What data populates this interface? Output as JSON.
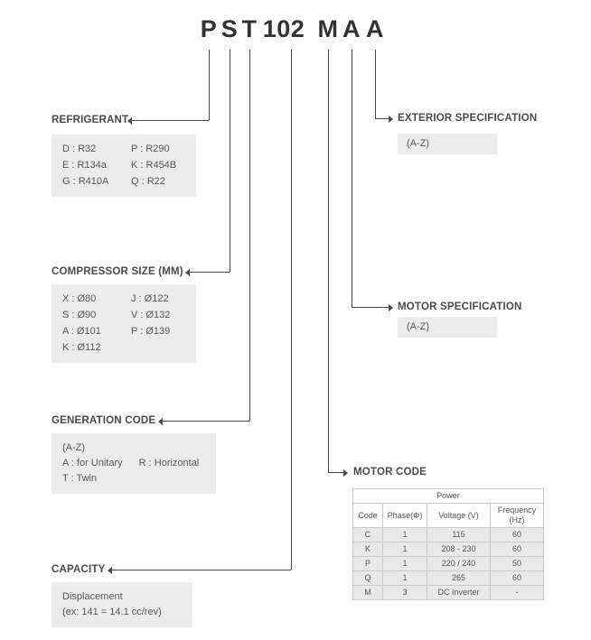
{
  "model_code": {
    "refrigerant": "P",
    "compressor_size": "S",
    "generation": "T",
    "capacity": "102",
    "motor_code": "M",
    "motor_spec": "A",
    "exterior_spec": "A"
  },
  "refrigerant": {
    "label": "REFRIGERANT",
    "entries": [
      [
        "D : R32",
        "P : R290"
      ],
      [
        "E : R134a",
        "K : R454B"
      ],
      [
        "G : R410A",
        "Q : R22"
      ]
    ]
  },
  "compressor_size": {
    "label": "COMPRESSOR SIZE (MM)",
    "entries": [
      [
        "X : Ø80",
        "J : Ø122"
      ],
      [
        "S : Ø90",
        "V : Ø132"
      ],
      [
        "A : Ø101",
        "P : Ø139"
      ],
      [
        "K : Ø112",
        ""
      ]
    ]
  },
  "generation": {
    "label": "GENERATION CODE",
    "range": "(A-Z)",
    "row2_left": "A : for Unitary",
    "row2_right": "R : Horizontal",
    "row3": "T : Twin"
  },
  "capacity": {
    "label": "CAPACITY",
    "line1": "Displacement",
    "line2": "(ex: 141 = 14.1 cc/rev)"
  },
  "exterior_spec": {
    "label": "EXTERIOR SPECIFICATION",
    "range": "(A-Z)"
  },
  "motor_spec": {
    "label": "MOTOR SPECIFICATION",
    "range": "(A-Z)"
  },
  "motor_code": {
    "label": "MOTOR CODE",
    "table": {
      "group_header": "Power",
      "columns": [
        "Code",
        "Phase(Φ)",
        "Voltage (V)",
        "Frequency (Hz)"
      ],
      "rows": [
        [
          "C",
          "1",
          "115",
          "60"
        ],
        [
          "K",
          "1",
          "208 - 230",
          "60"
        ],
        [
          "P",
          "1",
          "220 / 240",
          "50"
        ],
        [
          "Q",
          "1",
          "265",
          "60"
        ],
        [
          "M",
          "3",
          "DC Inverter",
          "-"
        ]
      ]
    }
  },
  "colors": {
    "line": "#4a4a4a",
    "label": "#4a4a4a",
    "box-bg": "#ececec",
    "box-text": "#565656",
    "table-border": "#c9c9c9",
    "table-row-bg": "#e9e9e9"
  }
}
